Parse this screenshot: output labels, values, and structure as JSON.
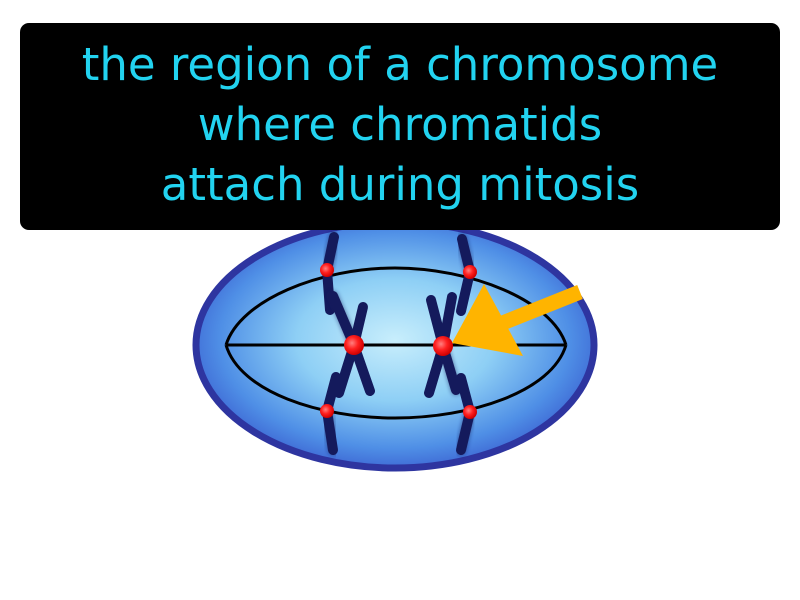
{
  "caption": {
    "lines": [
      "the region of a chromosome",
      "where chromatids",
      "attach during mitosis"
    ],
    "text_color": "#22d3f0",
    "background_color": "#000000"
  },
  "diagram": {
    "cell_fill_center": "#c4ecfb",
    "cell_fill_edge": "#3a6fd8",
    "cell_border_color": "#2e35a0",
    "spindle_color": "#000000",
    "chromatid_color": "#141a5c",
    "centromere_color": "#ff2020",
    "arrow_color": "#ffb400",
    "arrow_icon": "pointer-arrow-icon"
  }
}
